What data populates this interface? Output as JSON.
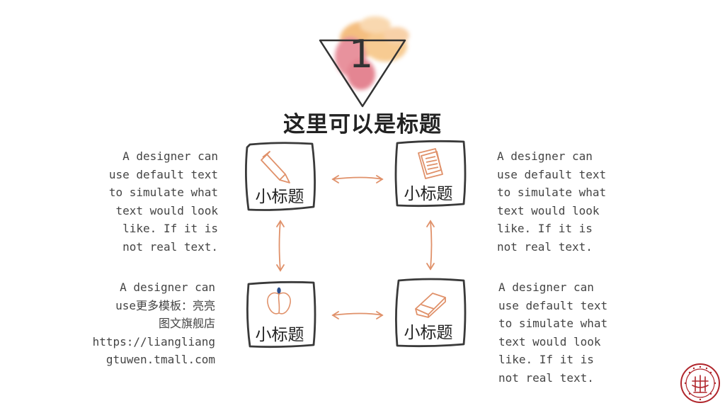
{
  "section": {
    "number": "1"
  },
  "title": "这里可以是标题",
  "cards": [
    {
      "label": "小标题",
      "icon": "pencil-icon"
    },
    {
      "label": "小标题",
      "icon": "notebook-icon"
    },
    {
      "label": "小标题",
      "icon": "apple-icon"
    },
    {
      "label": "小标题",
      "icon": "eraser-icon"
    }
  ],
  "notes": {
    "top_left": "A designer can\nuse default text\nto simulate what\ntext would look\nlike. If it is\nnot real text.",
    "top_right": "A designer can\nuse default text\nto simulate what\ntext would look\nlike. If it is\nnot real text.",
    "bottom_left": "A designer can\nuse更多模板：亮亮\n图文旗舰店\nhttps://liangliang\ngtuwen.tmall.com",
    "bottom_right": "A designer can\nuse default text\nto simulate what\ntext would look\nlike. If it is\nnot real text."
  },
  "colors": {
    "accent": "#e0916a",
    "frame": "#3a3a3a",
    "seal": "#b0262c",
    "watercolor_pink": "#e37f8e",
    "watercolor_orange": "#f0a85c"
  }
}
